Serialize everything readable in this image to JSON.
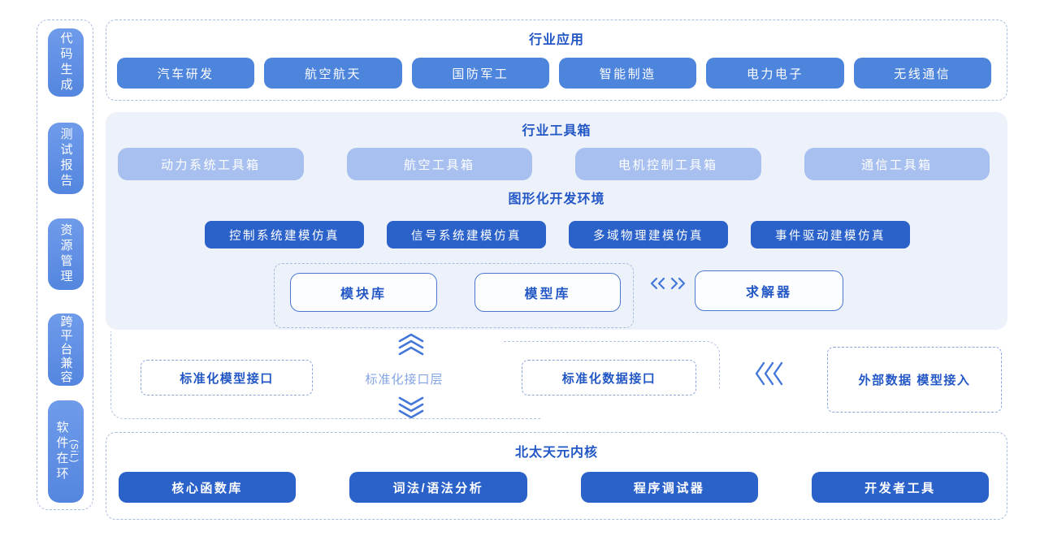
{
  "sidebar": {
    "items": [
      {
        "label": "代码生成"
      },
      {
        "label": "测试报告"
      },
      {
        "label": "资源管理"
      },
      {
        "label": "跨平台兼容"
      },
      {
        "label": "软件在环",
        "sub_label": "(SiL)"
      }
    ]
  },
  "industry_apps": {
    "title": "行业应用",
    "items": [
      "汽车研发",
      "航空航天",
      "国防军工",
      "智能制造",
      "电力电子",
      "无线通信"
    ]
  },
  "toolboxes": {
    "title": "行业工具箱",
    "items": [
      "动力系统工具箱",
      "航空工具箱",
      "电机控制工具箱",
      "通信工具箱"
    ]
  },
  "ide": {
    "title": "图形化开发环境",
    "items": [
      "控制系统建模仿真",
      "信号系统建模仿真",
      "多域物理建模仿真",
      "事件驱动建模仿真"
    ],
    "libraries": [
      "模块库",
      "模型库"
    ],
    "solver": "求解器"
  },
  "interface_layer": {
    "model_interface": "标准化模型接口",
    "layer_label": "标准化接口层",
    "data_interface": "标准化数据接口",
    "external_access": "外部数据 模型接入"
  },
  "kernel": {
    "title": "北太天元内核",
    "items": [
      "核心函数库",
      "词法/语法分析",
      "程序调试器",
      "开发者工具"
    ]
  },
  "icons": {
    "swap": "double-chevrons-left-right-icon",
    "chevrons_up": "triple-chevron-up-icon",
    "chevrons_down": "triple-chevron-down-icon",
    "chevrons_left": "triple-chevron-left-icon"
  },
  "colors": {
    "title_text": "#2257c5",
    "button_medium": "#4d84dc",
    "button_light": "#a8c0f0",
    "button_dark": "#2b62ca",
    "panel_bg": "#edf1fa",
    "dashed_border": "#a9bce0",
    "chevron": "#4277d8",
    "layer_label_text": "#84a4e2"
  }
}
